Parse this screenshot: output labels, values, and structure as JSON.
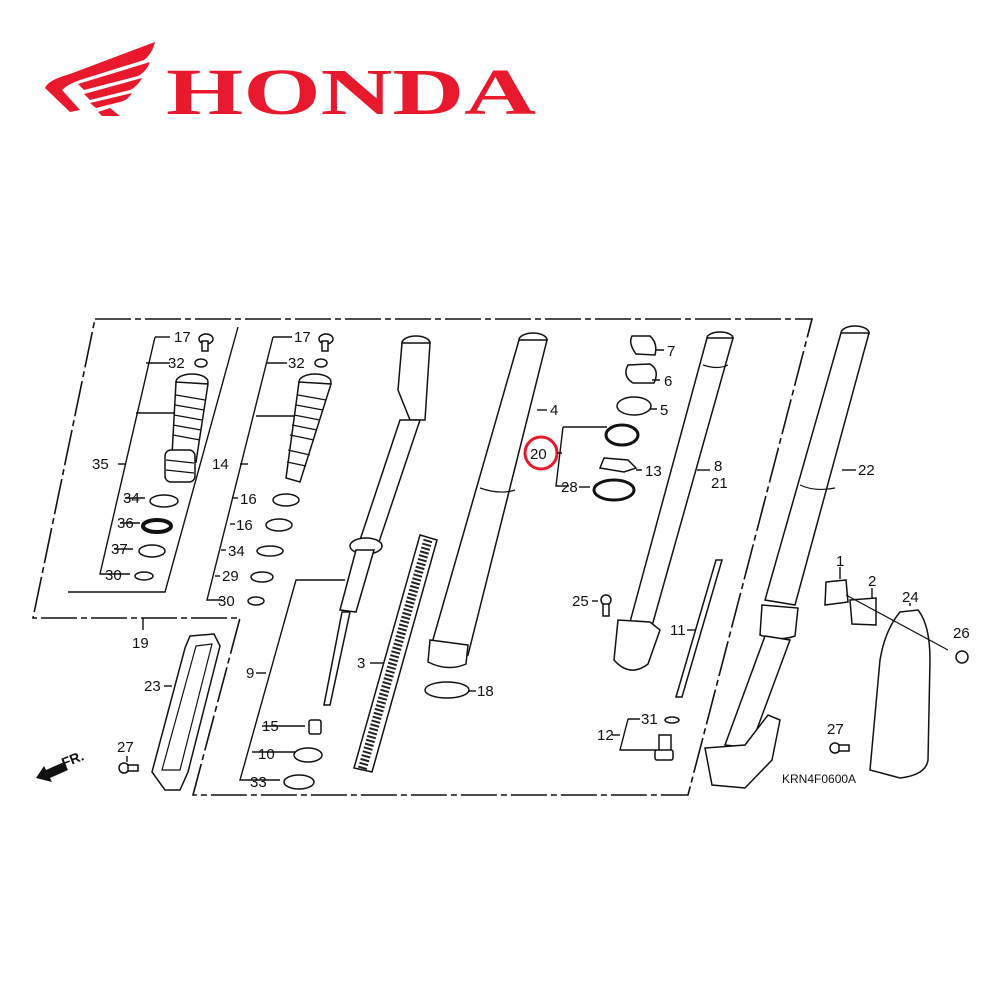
{
  "brand": {
    "name": "HONDA",
    "color": "#e8182d"
  },
  "diagram": {
    "title_code": "KRN4F0600A",
    "direction_indicator": "FR.",
    "highlighted_part": "20",
    "highlight_color": "#e8182d",
    "callouts": [
      {
        "id": "c17a",
        "label": "17"
      },
      {
        "id": "c32a",
        "label": "32"
      },
      {
        "id": "c35",
        "label": "35"
      },
      {
        "id": "c34a",
        "label": "34"
      },
      {
        "id": "c36",
        "label": "36"
      },
      {
        "id": "c37",
        "label": "37"
      },
      {
        "id": "c30a",
        "label": "30"
      },
      {
        "id": "c17b",
        "label": "17"
      },
      {
        "id": "c32b",
        "label": "32"
      },
      {
        "id": "c14",
        "label": "14"
      },
      {
        "id": "c16a",
        "label": "16"
      },
      {
        "id": "c16b",
        "label": "16"
      },
      {
        "id": "c34b",
        "label": "34"
      },
      {
        "id": "c29",
        "label": "29"
      },
      {
        "id": "c30b",
        "label": "30"
      },
      {
        "id": "c19",
        "label": "19"
      },
      {
        "id": "c23",
        "label": "23"
      },
      {
        "id": "c27a",
        "label": "27"
      },
      {
        "id": "c9",
        "label": "9"
      },
      {
        "id": "c15",
        "label": "15"
      },
      {
        "id": "c10",
        "label": "10"
      },
      {
        "id": "c33",
        "label": "33"
      },
      {
        "id": "c3",
        "label": "3"
      },
      {
        "id": "c18",
        "label": "18"
      },
      {
        "id": "c4",
        "label": "4"
      },
      {
        "id": "c20",
        "label": "20"
      },
      {
        "id": "c28",
        "label": "28"
      },
      {
        "id": "c7",
        "label": "7"
      },
      {
        "id": "c6",
        "label": "6"
      },
      {
        "id": "c5",
        "label": "5"
      },
      {
        "id": "c13",
        "label": "13"
      },
      {
        "id": "c8",
        "label": "8"
      },
      {
        "id": "c21",
        "label": "21"
      },
      {
        "id": "c25",
        "label": "25"
      },
      {
        "id": "c11",
        "label": "11"
      },
      {
        "id": "c31",
        "label": "31"
      },
      {
        "id": "c12",
        "label": "12"
      },
      {
        "id": "c22",
        "label": "22"
      },
      {
        "id": "c1",
        "label": "1"
      },
      {
        "id": "c2",
        "label": "2"
      },
      {
        "id": "c24",
        "label": "24"
      },
      {
        "id": "c26",
        "label": "26"
      },
      {
        "id": "c27b",
        "label": "27"
      }
    ]
  }
}
